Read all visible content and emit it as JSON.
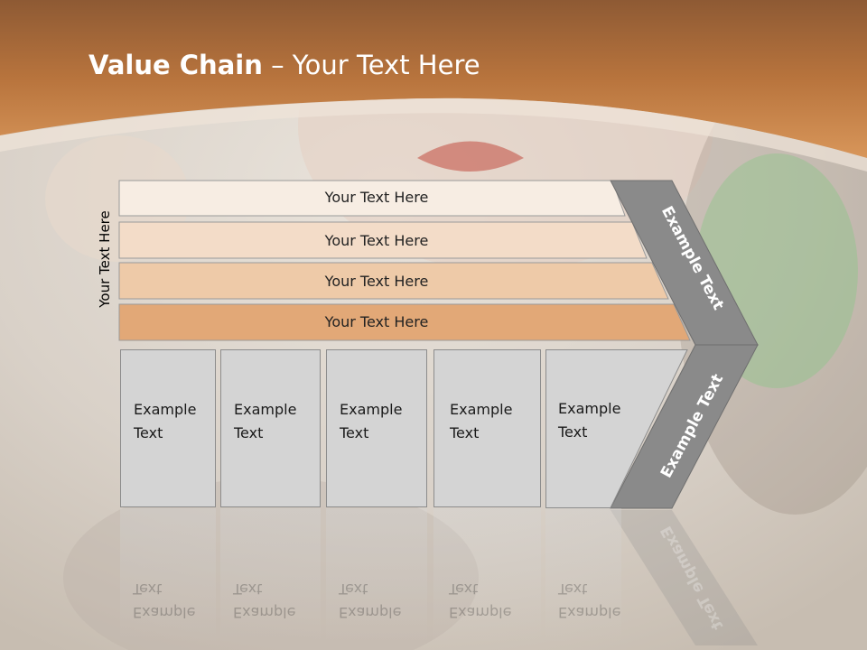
{
  "title": {
    "bold": "Value Chain",
    "rest": " – Your Text Here"
  },
  "side_label": "Your Text Here",
  "bars": [
    {
      "label": "Your Text Here"
    },
    {
      "label": "Your Text Here"
    },
    {
      "label": "Your Text Here"
    },
    {
      "label": "Your Text Here"
    }
  ],
  "boxes": [
    {
      "line1": "Example",
      "line2": "Text"
    },
    {
      "line1": "Example",
      "line2": "Text"
    },
    {
      "line1": "Example",
      "line2": "Text"
    },
    {
      "line1": "Example",
      "line2": "Text"
    },
    {
      "line1": "Example",
      "line2": "Text"
    }
  ],
  "chevron": {
    "upper": "Example Text",
    "lower": "Example Text"
  },
  "colors": {
    "header": "#b8743d",
    "bar1": "#f7ede3",
    "bar2": "#f3dcc8",
    "bar3": "#eecaa8",
    "bar4": "#e2a877",
    "chevron": "#8a8a8a",
    "box": "#d4d4d4"
  }
}
